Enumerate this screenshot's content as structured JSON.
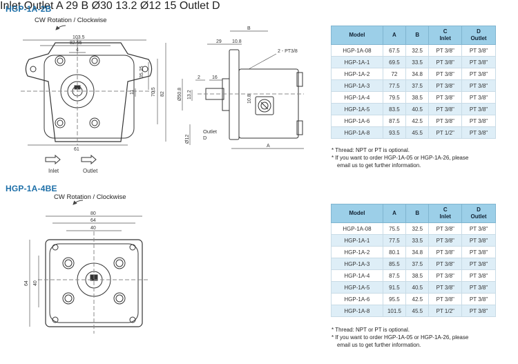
{
  "section1": {
    "title": "HGP-1A-2B",
    "rotation": "CW Rotation / Clockwise",
    "front_dims": {
      "d1": "103.5",
      "d2": "82.55",
      "d3": "4",
      "d4": "35.25",
      "d5": "70.5",
      "d6": "82",
      "d7": "11",
      "d8": "61"
    },
    "side_dims": {
      "b": "B",
      "d29": "29",
      "d108": "10.8",
      "pt": "2 - PT3/8",
      "d2": "2",
      "d16": "16",
      "shaft": "Ø50.8",
      "d132": "13.2",
      "d108b": "10.8",
      "phi12": "Ø12",
      "outlet": "Outlet",
      "outlet_d": "D",
      "a": "A"
    },
    "arrows": {
      "inlet": "Inlet",
      "outlet": "Outlet"
    },
    "table": {
      "headers": [
        "Model",
        "A",
        "B",
        "C",
        "D"
      ],
      "header_subs": [
        "",
        "",
        "",
        "Inlet",
        "Outlet"
      ],
      "rows": [
        [
          "HGP-1A-08",
          "67.5",
          "32.5",
          "PT 3/8\"",
          "PT 3/8\""
        ],
        [
          "HGP-1A-1",
          "69.5",
          "33.5",
          "PT 3/8\"",
          "PT 3/8\""
        ],
        [
          "HGP-1A-2",
          "72",
          "34.8",
          "PT 3/8\"",
          "PT 3/8\""
        ],
        [
          "HGP-1A-3",
          "77.5",
          "37.5",
          "PT 3/8\"",
          "PT 3/8\""
        ],
        [
          "HGP-1A-4",
          "79.5",
          "38.5",
          "PT 3/8\"",
          "PT 3/8\""
        ],
        [
          "HGP-1A-5",
          "83.5",
          "40.5",
          "PT 3/8\"",
          "PT 3/8\""
        ],
        [
          "HGP-1A-6",
          "87.5",
          "42.5",
          "PT 3/8\"",
          "PT 3/8\""
        ],
        [
          "HGP-1A-8",
          "93.5",
          "45.5",
          "PT 1/2\"",
          "PT 3/8\""
        ]
      ]
    },
    "notes": [
      "* Thread: NPT or PT is optional.",
      "* If you want to order HGP-1A-05 or HGP-1A-26, please",
      "email us to get further information."
    ]
  },
  "section2": {
    "title": "HGP-1A-4BE",
    "rotation": "CW Rotation / Clockwise",
    "front_dims": {
      "d1": "80",
      "d2": "64",
      "d3": "40",
      "d4": "64",
      "d5": "40"
    },
    "side_dims": {
      "a": "A",
      "d29": "29",
      "b": "B",
      "shaft": "Ø30",
      "d132": "13.2",
      "phi12": "Ø12",
      "d15": "15",
      "outlet": "Outlet",
      "outlet_d": "D"
    },
    "arrows": {
      "inlet": "Inlet",
      "outlet": "Outlet"
    },
    "table": {
      "headers": [
        "Model",
        "A",
        "B",
        "C",
        "D"
      ],
      "header_subs": [
        "",
        "",
        "",
        "Inlet",
        "Outlet"
      ],
      "rows": [
        [
          "HGP-1A-08",
          "75.5",
          "32.5",
          "PT 3/8\"",
          "PT 3/8\""
        ],
        [
          "HGP-1A-1",
          "77.5",
          "33.5",
          "PT 3/8\"",
          "PT 3/8\""
        ],
        [
          "HGP-1A-2",
          "80.1",
          "34.8",
          "PT 3/8\"",
          "PT 3/8\""
        ],
        [
          "HGP-1A-3",
          "85.5",
          "37.5",
          "PT 3/8\"",
          "PT 3/8\""
        ],
        [
          "HGP-1A-4",
          "87.5",
          "38.5",
          "PT 3/8\"",
          "PT 3/8\""
        ],
        [
          "HGP-1A-5",
          "91.5",
          "40.5",
          "PT 3/8\"",
          "PT 3/8\""
        ],
        [
          "HGP-1A-6",
          "95.5",
          "42.5",
          "PT 3/8\"",
          "PT 3/8\""
        ],
        [
          "HGP-1A-8",
          "101.5",
          "45.5",
          "PT 1/2\"",
          "PT 3/8\""
        ]
      ]
    },
    "notes": [
      "* Thread: NPT or PT is optional.",
      "* If you want to order HGP-1A-05 or HGP-1A-26, please",
      "email us to get further information."
    ]
  },
  "colors": {
    "title": "#1d6fa8",
    "header": "#9ccfe8",
    "row_alt": "#deeef7"
  }
}
